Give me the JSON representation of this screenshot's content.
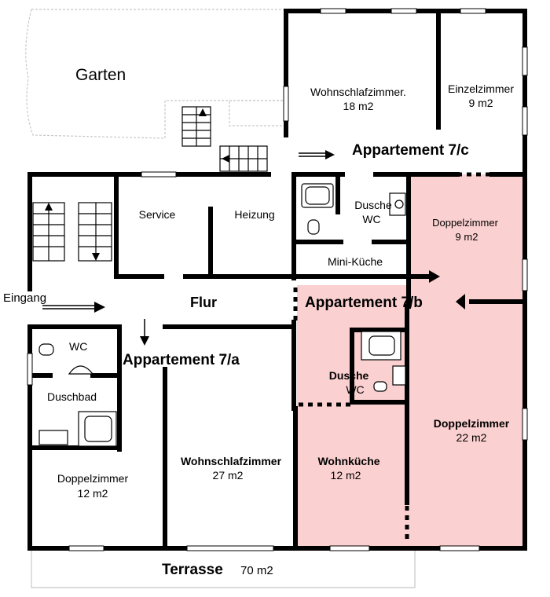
{
  "labels": {
    "garden": "Garten",
    "terrace_name": "Terrasse",
    "terrace_area": "70 m2",
    "entrance": "Eingang",
    "hallway": "Flur",
    "service": "Service",
    "heating": "Heizung",
    "wc": "WC",
    "shower_bath": "Duschbad",
    "mini_kitchen": "Mini-Küche",
    "shower": "Dusche",
    "shower_wc": "WC"
  },
  "apartments": {
    "a": {
      "title": "Appartement 7/a",
      "rooms": [
        {
          "name": "Doppelzimmer",
          "area": "12 m2"
        },
        {
          "name": "Wohnschlafzimmer",
          "area": "27 m2"
        }
      ]
    },
    "b": {
      "title": "Appartement 7/b",
      "rooms": [
        {
          "name": "Doppelzimmer",
          "area": "9 m2"
        },
        {
          "name": "Wohnküche",
          "area": "12 m2"
        },
        {
          "name": "Doppelzimmer",
          "area": "22 m2"
        }
      ]
    },
    "c": {
      "title": "Appartement 7/c",
      "rooms": [
        {
          "name": "Wohnschlafzimmer.",
          "area": "18 m2"
        },
        {
          "name": "Einzelzimmer",
          "area": "9 m2"
        }
      ]
    }
  },
  "colors": {
    "apartment_b_fill": "#fbd0d0",
    "wall": "#000000",
    "garden_outline": "#c8c8c8"
  }
}
